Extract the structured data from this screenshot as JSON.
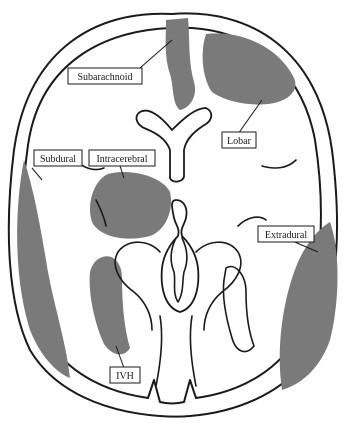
{
  "colors": {
    "hemorrhage": "#7a7a7a",
    "outline": "#1a1a1a",
    "background": "#ffffff"
  },
  "labels": {
    "subarachnoid": "Subarachnoid",
    "lobar": "Lobar",
    "subdural": "Subdural",
    "intracerebral": "Intracerebral",
    "extradural": "Extradural",
    "ivh": "IVH"
  }
}
